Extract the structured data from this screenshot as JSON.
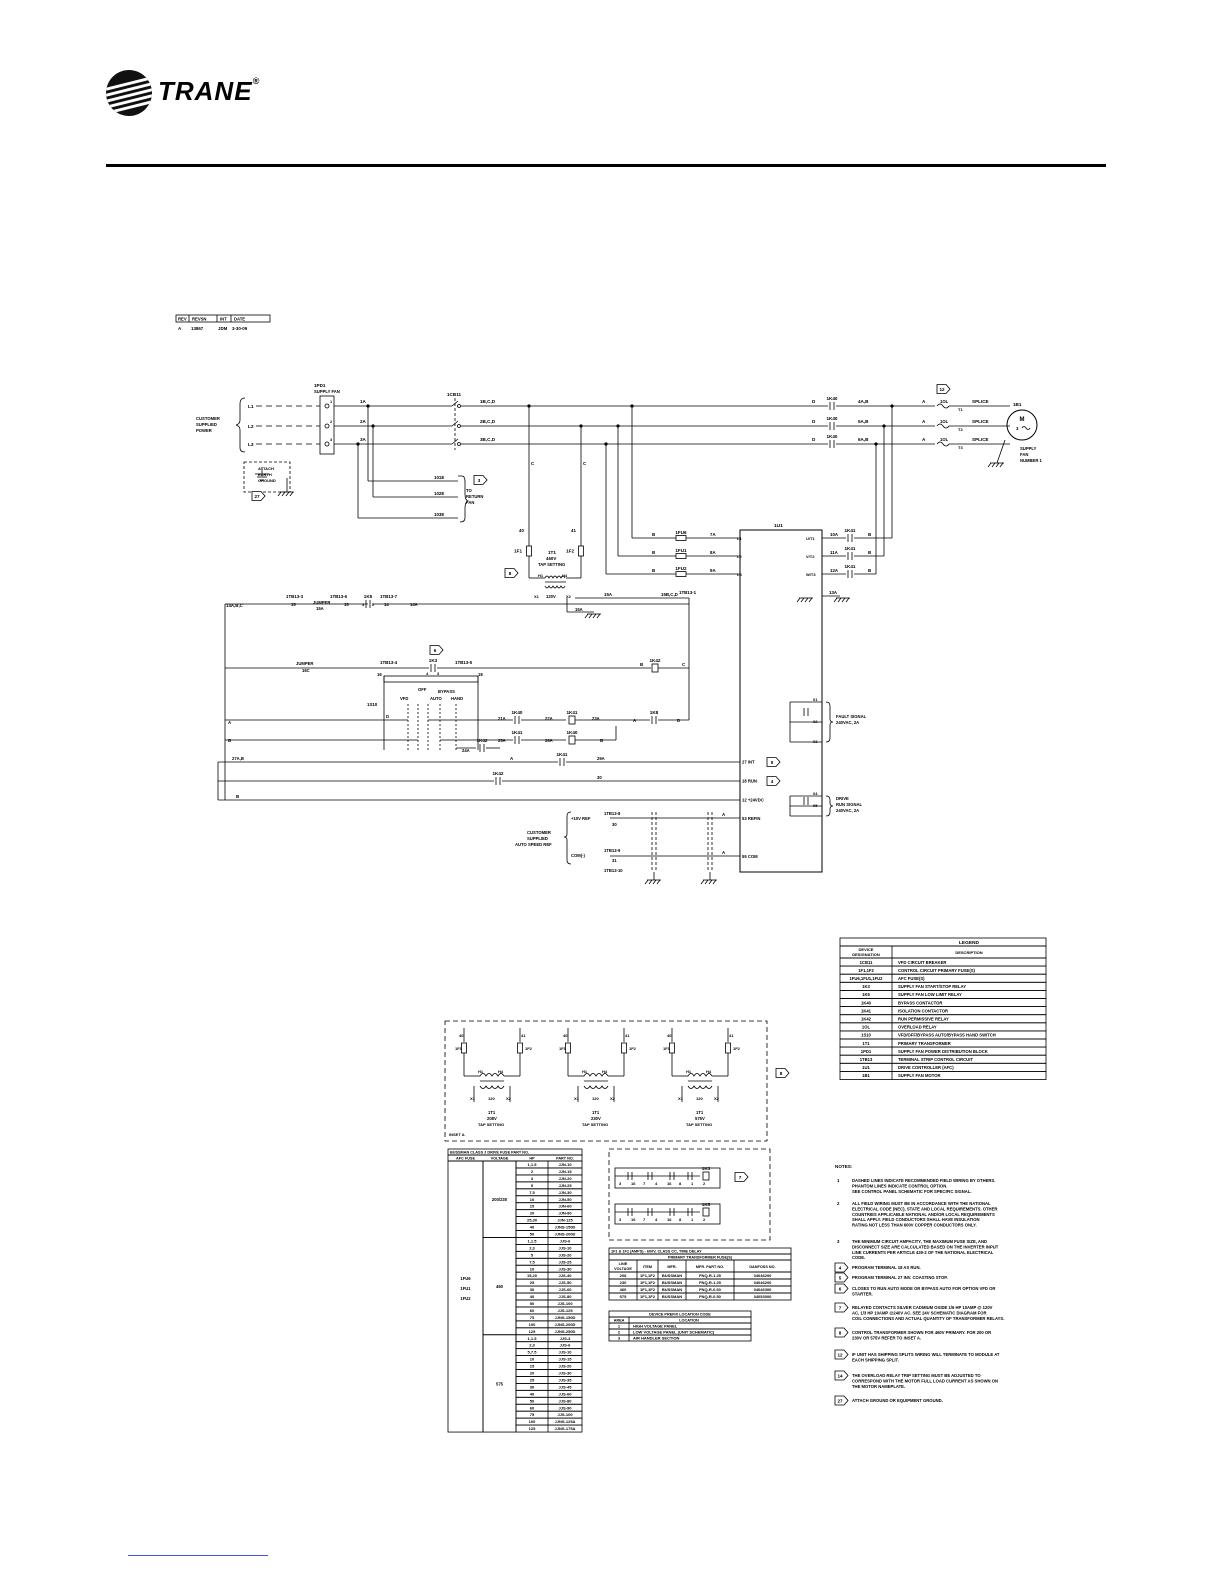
{
  "brand": {
    "name": "TRANE",
    "registered": "®"
  },
  "revision_block": {
    "headers": [
      "REV",
      "REVSN",
      "INT",
      "DATE"
    ],
    "row": [
      "A",
      "13867",
      "JDM",
      "3-30-09"
    ]
  },
  "schematic": {
    "line_labels": [
      "L1",
      "L2",
      "L3"
    ],
    "customer_power_label": [
      "CUSTOMER",
      "SUPPLIED",
      "POWER"
    ],
    "earth_ground_label": [
      "ATTACH",
      "EARTH",
      "GROUND"
    ],
    "block_1pd1": [
      "1PD1",
      "SUPPLY FAN"
    ],
    "breaker_1cb11": "1CB11",
    "return_fan_label": [
      "TO",
      "RETURN",
      "FAN"
    ],
    "return_fan_wires": [
      "101E",
      "102E",
      "103E"
    ],
    "wire_numbers": {
      "line_in": [
        "1A",
        "2A",
        "3A"
      ],
      "after_breaker": [
        "1B,C,D",
        "2B,C,D",
        "3B,C,D"
      ],
      "motor_side": [
        "4A,B",
        "5A,B",
        "6A,B"
      ],
      "fuse_out": [
        "7A",
        "8A",
        "9A"
      ],
      "vfd_out": [
        "10A",
        "11A",
        "12A"
      ]
    },
    "contactor_1k40": "1K40",
    "overload_1ol": "1OL",
    "splice": "SPLICE",
    "terminal_t": [
      "T1",
      "T2",
      "T3"
    ],
    "motor": {
      "tag": "1B1",
      "letter": "M",
      "phase": "3",
      "label": [
        "SUPPLY",
        "FAN",
        "NUMBER 1"
      ]
    },
    "fuses_1fu": [
      "1FU6",
      "1FU1",
      "1FU2"
    ],
    "primary_fuses": [
      "1F1",
      "1F2"
    ],
    "transformer": {
      "tag": "1T1",
      "rating": "460V",
      "setting": "TAP SETTING",
      "secondary": "120V",
      "pins": [
        "X1",
        "X2",
        "H1",
        "H4"
      ],
      "ground_wire": "15A"
    },
    "vfd": {
      "tag": "1U1",
      "inputs": [
        "L1",
        "L2",
        "L3"
      ],
      "outputs": [
        "U/T1",
        "V/T2",
        "W/T3"
      ]
    },
    "terminals_1tb13": [
      "1TB13-3",
      "1TB13-6",
      "1TB13-7",
      "1TB13-1",
      "1TB13-4",
      "1TB13-5",
      "1TB13-8",
      "1TB13-9",
      "1TB13-10"
    ],
    "control_wires": [
      "14A,B,C",
      "15",
      "JUMPER",
      "15A",
      "15B,C,D",
      "16",
      "16C",
      "18",
      "19",
      "21A",
      "22A",
      "23A",
      "24A",
      "25A",
      "26A",
      "27A,B",
      "28A",
      "29A",
      "30",
      "31",
      "12A",
      "13A"
    ],
    "relays": [
      "1K3",
      "1K40",
      "1K41",
      "1K42",
      "1K8",
      "1K5"
    ],
    "switch_1s10": {
      "tag": "1S10",
      "positions": [
        "OFF",
        "BYPASS",
        "VFD",
        "AUTO",
        "HAND"
      ]
    },
    "vfd_terminals": [
      "27 INT",
      "18 RUN",
      "12 +24VDC",
      "53 REFIN",
      "55 COM"
    ],
    "fault_signal": [
      "FAULT SIGNAL",
      "240VAC, 2A"
    ],
    "drive_run_signal": [
      "DRIVE",
      "RUN SIGNAL",
      "240VAC, 2A"
    ],
    "output_terminals": [
      "01",
      "02",
      "03",
      "04",
      "05"
    ],
    "speed_ref": {
      "label": [
        "CUSTOMER",
        "SUPPLIED",
        "AUTO SPEED REF"
      ],
      "pins": [
        "+10V REF",
        "COM(-)"
      ]
    },
    "note_flags": [
      "3",
      "12",
      "14",
      "8",
      "5",
      "27"
    ]
  },
  "legend": {
    "title": "LEGEND",
    "headers": [
      "DEVICE DESIGNATION",
      "DESCRIPTION"
    ],
    "rows": [
      [
        "1CB11",
        "VFD CIRCUIT BREAKER"
      ],
      [
        "1F1,1F2",
        "CONTROL CIRCUIT PRIMARY FUSE(S)"
      ],
      [
        "1FU6,1FU1,1FU2",
        "AFC FUSE(S)"
      ],
      [
        "1K3",
        "SUPPLY FAN START/STOP RELAY"
      ],
      [
        "1K5",
        "SUPPLY FAN LOW LIMIT RELAY"
      ],
      [
        "1K40",
        "BYPASS CONTACTOR"
      ],
      [
        "1K41",
        "ISOLATION CONTACTOR"
      ],
      [
        "1K42",
        "RUN PERMISSIVE RELAY"
      ],
      [
        "1OL",
        "OVERLOAD RELAY"
      ],
      [
        "1S10",
        "VFD/OFF/BYPASS AUTO/BYPASS HAND SWITCH"
      ],
      [
        "1T1",
        "PRIMARY TRANSFORMER"
      ],
      [
        "1PD1",
        "SUPPLY FAN POWER DISTRIBUTION BLOCK"
      ],
      [
        "1TB13",
        "TERMINAL STRIP CONTROL CIRCUIT"
      ],
      [
        "1U1",
        "DRIVE CONTROLLER (AFC)"
      ],
      [
        "1B1",
        "SUPPLY FAN MOTOR"
      ]
    ]
  },
  "inset_a": {
    "label": "INSET A",
    "transformers": [
      {
        "tag": "1T1",
        "rating": "208V",
        "setting": "TAP SETTING"
      },
      {
        "tag": "1T1",
        "rating": "230V",
        "setting": "TAP SETTING"
      },
      {
        "tag": "1T1",
        "rating": "575V",
        "setting": "TAP SETTING"
      }
    ],
    "pins": [
      "40",
      "41",
      "1F1",
      "1F2",
      "H1",
      "H2",
      "H3",
      "H4",
      "X1",
      "X2",
      "X3",
      "X4",
      "120"
    ]
  },
  "fuse_table": {
    "title": "BUSSMAN CLASS J DRIVE FUSE PART NO.",
    "headers": [
      "AFC FUSE",
      "VOLTAGE",
      "HP",
      "PART NO."
    ],
    "designators": [
      "1FU6",
      "1FU1",
      "1FU2"
    ],
    "groups": [
      {
        "voltage": "200/230",
        "rows": [
          [
            "1,1.5",
            "JJN-10"
          ],
          [
            "2",
            "JJN-15"
          ],
          [
            "3",
            "JJN-20"
          ],
          [
            "5",
            "JJN-25"
          ],
          [
            "7.5",
            "JJN-30"
          ],
          [
            "10",
            "JJN-50"
          ],
          [
            "15",
            "JJN-60"
          ],
          [
            "20",
            "JJN-80"
          ],
          [
            "25,30",
            "JJN-125"
          ],
          [
            "40",
            "JJNS-150D"
          ],
          [
            "50",
            "JJNS-200D"
          ]
        ]
      },
      {
        "voltage": "460",
        "rows": [
          [
            "1,1.5",
            "JJS-6"
          ],
          [
            "2,3",
            "JJS-10"
          ],
          [
            "5",
            "JJS-20"
          ],
          [
            "7.5",
            "JJS-25"
          ],
          [
            "10",
            "JJS-30"
          ],
          [
            "15,20",
            "JJS-40"
          ],
          [
            "25",
            "JJS-50"
          ],
          [
            "30",
            "JJS-60"
          ],
          [
            "40",
            "JJS-80"
          ],
          [
            "50",
            "JJS-100"
          ],
          [
            "60",
            "JJS-125"
          ],
          [
            "75",
            "JJNS-150D"
          ],
          [
            "100",
            "JJNS-200D"
          ],
          [
            "125",
            "JJNS-250D"
          ]
        ]
      },
      {
        "voltage": "575",
        "rows": [
          [
            "1,1.5",
            "JJS-3"
          ],
          [
            "2,3",
            "JJS-6"
          ],
          [
            "5,7.5",
            "JJS-10"
          ],
          [
            "10",
            "JJS-15"
          ],
          [
            "15",
            "JJS-20"
          ],
          [
            "20",
            "JJS-30"
          ],
          [
            "25",
            "JJS-35"
          ],
          [
            "30",
            "JJS-45"
          ],
          [
            "40",
            "JJS-60"
          ],
          [
            "50",
            "JJS-80"
          ],
          [
            "60",
            "JJS-90"
          ],
          [
            "75",
            "JJS-100"
          ],
          [
            "100",
            "JJNS-125A"
          ],
          [
            "125",
            "JJNS-175A"
          ]
        ]
      }
    ]
  },
  "relay_inset": {
    "relays": [
      "1K3",
      "1K5"
    ],
    "pins": [
      "3",
      "16",
      "7",
      "4",
      "16",
      "8",
      "1",
      "2"
    ]
  },
  "primary_fuse_table": {
    "title": "1F1 & 1F2 (AMPS) - 600V, CLASS CC, TIME DELAY",
    "subtitle": "PRIMARY TRANSFORMER FUSE(S)",
    "headers": [
      "LINE VOLTAGE",
      "ITEM",
      "MFR.",
      "MFR. PART NO.",
      "DANFOSS NO."
    ],
    "rows": [
      [
        "208",
        "1F1,1F2",
        "BUSSMAN",
        "FNQ-R-1.25",
        "34046200"
      ],
      [
        "230",
        "1F1,1F2",
        "BUSSMAN",
        "FNQ-R-1.25",
        "34046200"
      ],
      [
        "460",
        "1F1,1F2",
        "BUSSMAN",
        "FNQ-R-0.60",
        "34046300"
      ],
      [
        "575",
        "1F1,1F2",
        "BUSSMAN",
        "FNQ-R-0.50",
        "34053000"
      ]
    ]
  },
  "location_table": {
    "title": "DEVICE PREFIX LOCATION CODE",
    "headers": [
      "AREA",
      "LOCATION"
    ],
    "rows": [
      [
        "1",
        "HIGH VOLTAGE PANEL"
      ],
      [
        "2",
        "LOW VOLTAGE PANEL (UNIT SCHEMATIC)"
      ],
      [
        "3",
        "AIR HANDLER SECTION"
      ]
    ]
  },
  "notes": {
    "title": "NOTES:",
    "items": [
      {
        "num": "1",
        "flag": false,
        "lines": [
          "DASHED LINES INDICATE RECOMMENDED FIELD WIRING BY OTHERS.",
          "PHANTOM LINES INDICATE CONTROL OPTION.",
          "SEE CONTROL PANEL SCHEMATIC FOR SPECIFIC SIGNAL."
        ]
      },
      {
        "num": "2",
        "flag": false,
        "lines": [
          "ALL FIELD WIRING MUST BE IN ACCORDANCE WITH THE NATIONAL",
          "ELECTRICAL CODE (NEC), STATE AND LOCAL REQUIREMENTS. OTHER",
          "COUNTRIES APPLICABLE NATIONAL AND/OR LOCAL REQUIREMENTS",
          "SHALL APPLY. FIELD CONDUCTORS SHALL HAVE INSULATION",
          "RATING NOT LESS THAN 600V COPPER CONDUCTORS ONLY."
        ]
      },
      {
        "num": "3",
        "flag": false,
        "lines": [
          "THE MINIMUM CIRCUIT AMPACITY, THE MAXIMUM FUSE SIZE, AND",
          "DISCONNECT SIZE ARE CALCULATED BASED ON THE INVERTER INPUT",
          "LINE CURRENTS PER ARTICLE 430-2 OF THE NATIONAL ELECTRICAL",
          "CODE."
        ]
      },
      {
        "num": "4",
        "flag": true,
        "lines": [
          "PROGRAM TERMINAL 18 AS RUN."
        ]
      },
      {
        "num": "5",
        "flag": true,
        "lines": [
          "PROGRAM TERMINAL 27 INV. COASTING STOP."
        ]
      },
      {
        "num": "6",
        "flag": true,
        "lines": [
          "CLOSES TO RUN AUTO MODE OR BYPASS AUTO FOR OPTION VFD OR",
          "STARTER."
        ]
      },
      {
        "num": "7",
        "flag": true,
        "lines": [
          "RELAYED CONTACTS SILVER CADMIUM OXIDE 1/6 HP 10AMP @ 120V",
          "AC, 1/3 HP 10AMP @240V AC. SEE 24V SCHEMATIC DIAGRAM FOR",
          "COIL CONNECTIONS AND ACTUAL QUANTITY OF TRANSFORMER RELAYS."
        ]
      },
      {
        "num": "8",
        "flag": true,
        "lines": [
          "CONTROL TRANSFORMER SHOWN FOR 460V PRIMARY. FOR 200 OR",
          "230V OR 575V REFER TO INSET A."
        ]
      },
      {
        "num": "12",
        "flag": true,
        "lines": [
          "IF UNIT HAS SHIPPING SPLITS WIRING WILL TERMINATE TO MODULE AT",
          "EACH SHIPPING SPLIT."
        ]
      },
      {
        "num": "14",
        "flag": true,
        "lines": [
          "THE OVERLOAD RELAY TRIP SETTING MUST BE ADJUSTED TO",
          "CORRESPOND WITH THE MOTOR FULL LOAD CURRENT AS SHOWN ON",
          "THE MOTOR NAMEPLATE."
        ]
      },
      {
        "num": "27",
        "flag": true,
        "lines": [
          "ATTACH GROUND OR EQUIPMENT GROUND."
        ]
      }
    ]
  }
}
